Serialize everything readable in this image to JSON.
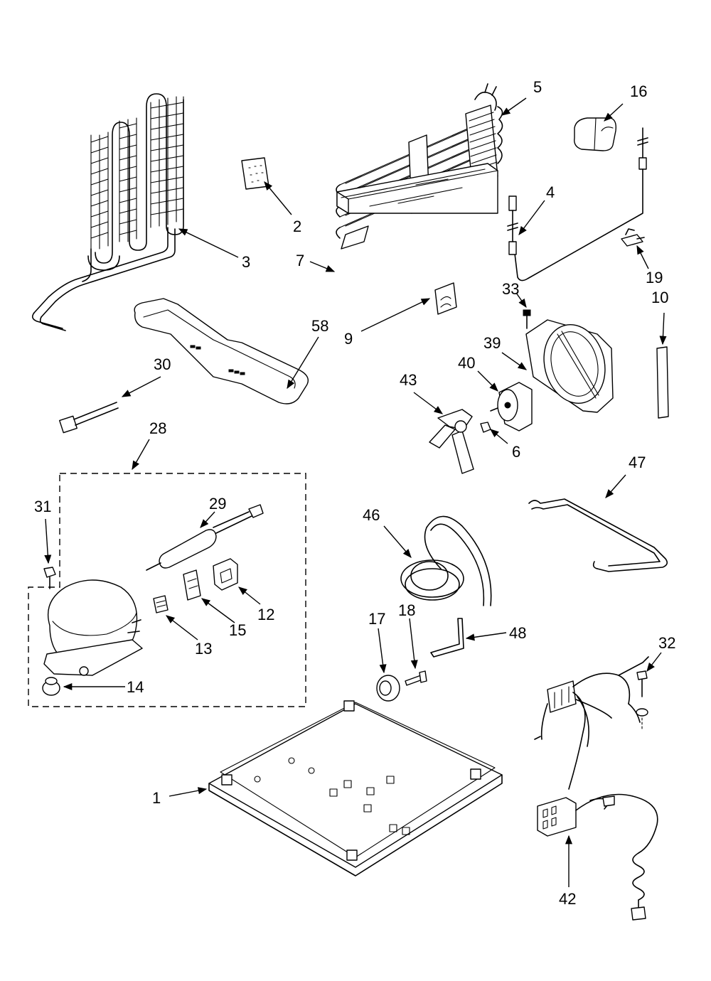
{
  "diagram": {
    "part_labels": {
      "p1": "1",
      "p2": "2",
      "p3": "3",
      "p4": "4",
      "p5": "5",
      "p6": "6",
      "p7": "7",
      "p9": "9",
      "p10": "10",
      "p12": "12",
      "p13": "13",
      "p14": "14",
      "p15": "15",
      "p16": "16",
      "p17": "17",
      "p18": "18",
      "p19": "19",
      "p28": "28",
      "p29": "29",
      "p30": "30",
      "p31": "31",
      "p32": "32",
      "p33": "33",
      "p39": "39",
      "p40": "40",
      "p42": "42",
      "p43": "43",
      "p46": "46",
      "p47": "47",
      "p48": "48",
      "p58": "58"
    }
  }
}
